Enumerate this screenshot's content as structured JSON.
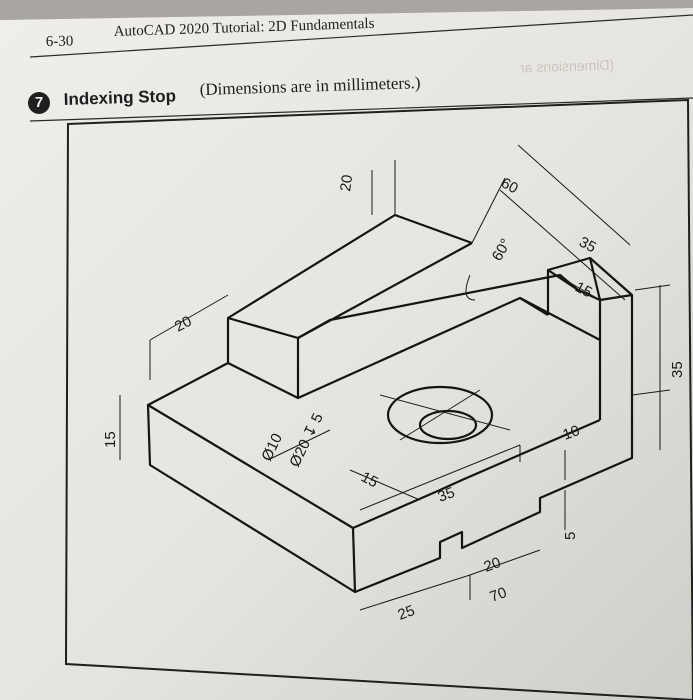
{
  "header": {
    "page_number": "6-30",
    "book_title": "AutoCAD 2020 Tutorial: 2D Fundamentals"
  },
  "exercise": {
    "number": "7",
    "title": "Indexing Stop",
    "note": "(Dimensions are in millimeters.)",
    "bleed_through": "(Dimensions ar"
  },
  "dimensions": {
    "top_width": "60",
    "slot_depth": "20",
    "left_step": "20",
    "left_height": "15",
    "angle": "60°",
    "right_depth": "35",
    "right_offset": "15",
    "total_height": "35",
    "hole_dia": "Ø10",
    "counterbore": "Ø20 ↧ 5",
    "hole_offset": "15",
    "hole_center": "35",
    "ledge_height": "10",
    "notch_height": "5",
    "notch_width": "20",
    "front_left": "25",
    "total_length": "70"
  }
}
